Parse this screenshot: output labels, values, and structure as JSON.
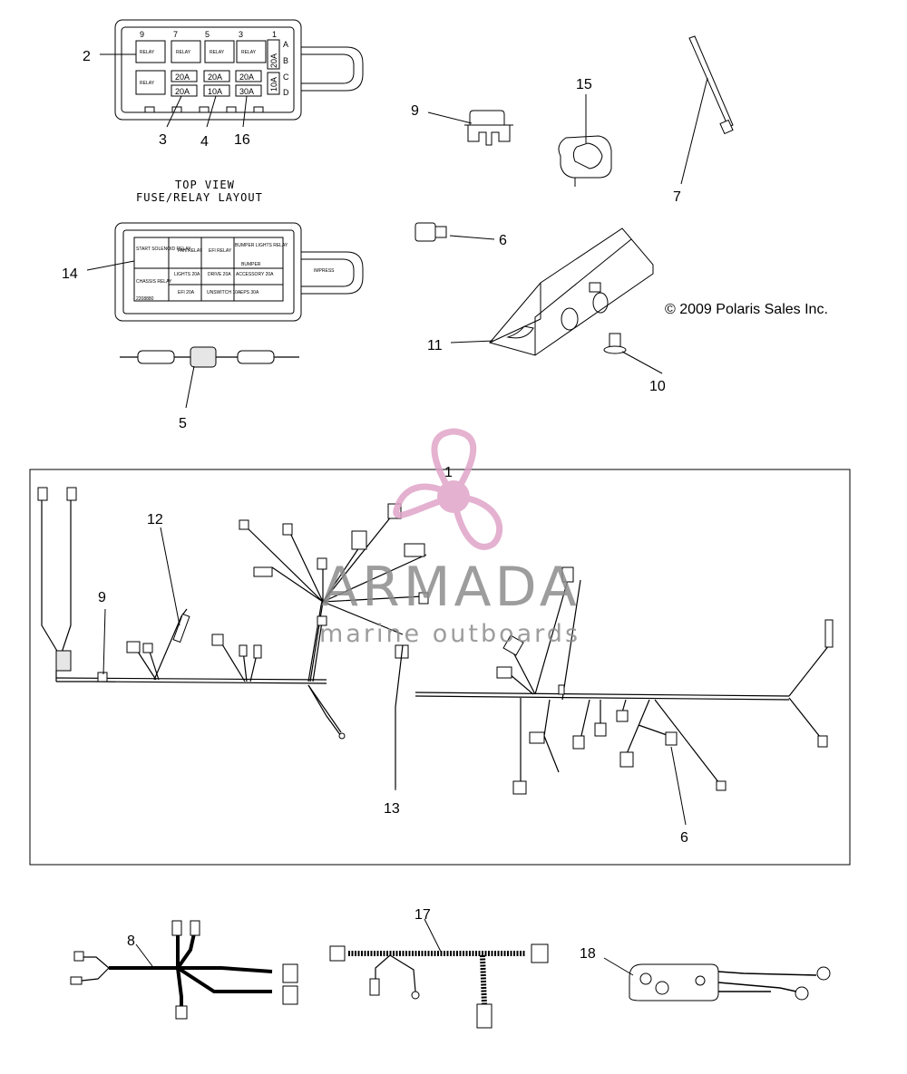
{
  "callouts": {
    "c1": "1",
    "c2": "2",
    "c3": "3",
    "c4": "4",
    "c5": "5",
    "c6a": "6",
    "c6b": "6",
    "c7": "7",
    "c8": "8",
    "c9a": "9",
    "c9b": "9",
    "c10": "10",
    "c11": "11",
    "c12": "12",
    "c13": "13",
    "c14": "14",
    "c15": "15",
    "c16": "16",
    "c17": "17",
    "c18": "18"
  },
  "caption": {
    "line1": "TOP VIEW",
    "line2": "FUSE/RELAY LAYOUT"
  },
  "copyright": "© 2009 Polaris Sales Inc.",
  "fuse_box": {
    "top_numbers": [
      "9",
      "7",
      "5",
      "3",
      "1"
    ],
    "side_letters": [
      "A",
      "B",
      "C",
      "D"
    ],
    "relay_label": "RELAY",
    "fuse_row1": [
      "20A",
      "20A",
      "20A"
    ],
    "fuse_row2": [
      "20A",
      "10A",
      "30A"
    ],
    "side_fuse_top": "20A",
    "side_fuse_bottom": "10A"
  },
  "fuse_box_layout": {
    "cells_row1": [
      "START SOLENOID RELAY",
      "FAN RELAY",
      "EFI RELAY",
      "BUMPER LIGHTS RELAY"
    ],
    "cells_row2": [
      "CHASSIS RELAY",
      "LIGHTS 20A",
      "DRIVE 20A",
      "ACCESSORY 20A"
    ],
    "cells_row3": [
      "",
      "EFI 20A",
      "UNSWITCH 10A",
      "EPS 30A"
    ],
    "bumper_sub": "BUMPER",
    "tab_label": "IMPRESS",
    "corner_code": "2208880"
  },
  "watermark": {
    "name": "ARMADA",
    "tagline": "marine outboards",
    "color": "#e0a4c8"
  }
}
